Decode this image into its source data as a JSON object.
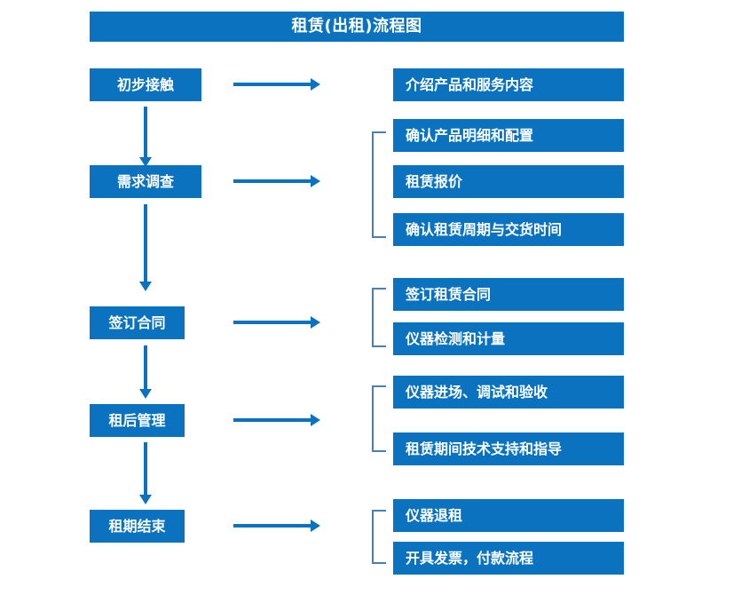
{
  "chart_data": {
    "type": "diagram",
    "title": "租赁(出租)流程图",
    "diagram_kind": "flowchart",
    "orientation": "vertical-stages-with-right-details",
    "stages": [
      {
        "label": "初步接触",
        "details": [
          "介绍产品和服务内容"
        ],
        "bracketed": false
      },
      {
        "label": "需求调查",
        "details": [
          "确认产品明细和配置",
          "租赁报价",
          "确认租赁周期与交货时间"
        ],
        "bracketed": true
      },
      {
        "label": "签订合同",
        "details": [
          "签订租赁合同",
          "仪器检测和计量"
        ],
        "bracketed": true
      },
      {
        "label": "租后管理",
        "details": [
          "仪器进场、调试和验收",
          "租赁期间技术支持和指导"
        ],
        "bracketed": true
      },
      {
        "label": "租期结束",
        "details": [
          "仪器退租",
          "开具发票，付款流程"
        ],
        "bracketed": true
      }
    ],
    "colors": {
      "box_fill": "#0B72BF",
      "box_text": "#FFFFFF",
      "arrow": "#0B72BF",
      "bracket": "#4A7EB5",
      "background": "#FFFFFF"
    }
  },
  "title": {
    "text": "租赁(出租)流程图"
  },
  "stages": [
    {
      "label": "初步接触"
    },
    {
      "label": "需求调查"
    },
    {
      "label": "签订合同"
    },
    {
      "label": "租后管理"
    },
    {
      "label": "租期结束"
    }
  ],
  "details": [
    {
      "label": "介绍产品和服务内容"
    },
    {
      "label": "确认产品明细和配置"
    },
    {
      "label": "租赁报价"
    },
    {
      "label": "确认租赁周期与交货时间"
    },
    {
      "label": "签订租赁合同"
    },
    {
      "label": "仪器检测和计量"
    },
    {
      "label": "仪器进场、调试和验收"
    },
    {
      "label": "租赁期间技术支持和指导"
    },
    {
      "label": "仪器退租"
    },
    {
      "label": "开具发票，付款流程"
    }
  ]
}
